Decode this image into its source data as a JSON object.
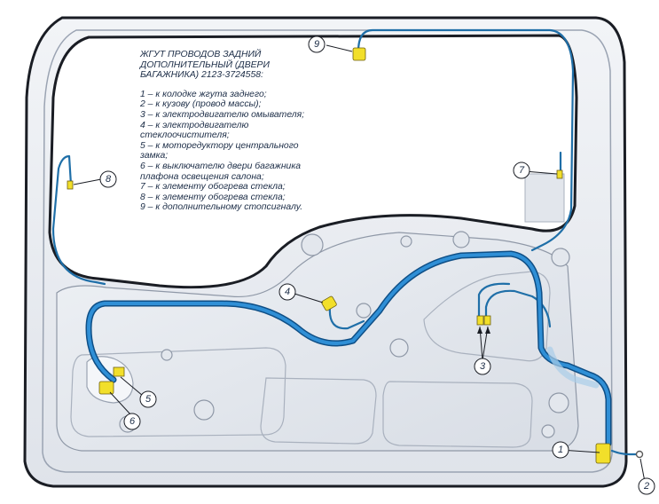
{
  "legend": {
    "title_lines": [
      "ЖГУТ  ПРОВОДОВ ЗАДНИЙ",
      "ДОПОЛНИТЕЛЬНЫЙ (ДВЕРИ",
      "БАГАЖНИКА) 2123-3724558:"
    ],
    "items": [
      [
        "1 – к колодке жгута заднего;"
      ],
      [
        "2 – к кузову (провод массы);"
      ],
      [
        "3 – к электродвигателю омывателя;"
      ],
      [
        "4 – к электродвигателю",
        "стеклоочистителя;"
      ],
      [
        "5 – к моторедуктору центрального",
        "замка;"
      ],
      [
        "6 – к выключателю двери багажника",
        "плафона освещения салона;"
      ],
      [
        "7 – к элементу обогрева стекла;"
      ],
      [
        "8 – к элементу обогрева стекла;"
      ],
      [
        "9 – к дополнительному стопсигналу."
      ]
    ]
  },
  "callouts": [
    "1",
    "2",
    "3",
    "4",
    "5",
    "6",
    "7",
    "8",
    "9"
  ],
  "colors": {
    "harness": "#1d7fc9",
    "harness_thin": "#1f6fa8",
    "connector": "#f2df2a",
    "door_fill": "#e8ebf0",
    "door_outline": "#1a1d24"
  }
}
